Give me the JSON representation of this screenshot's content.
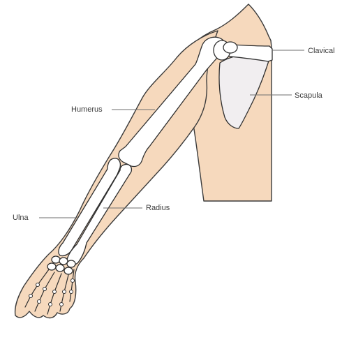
{
  "labels": {
    "clavical": "Clavical",
    "scapula": "Scapula",
    "humerus": "Humerus",
    "radius": "Radius",
    "ulna": "Ulna"
  },
  "colors": {
    "skin": "#f6d9bd",
    "outline": "#3b3b3b",
    "bone": "#ffffff",
    "scapula": "#f1eef0",
    "label_text": "#3a3a3a",
    "leader_line": "#6e6e6e"
  }
}
